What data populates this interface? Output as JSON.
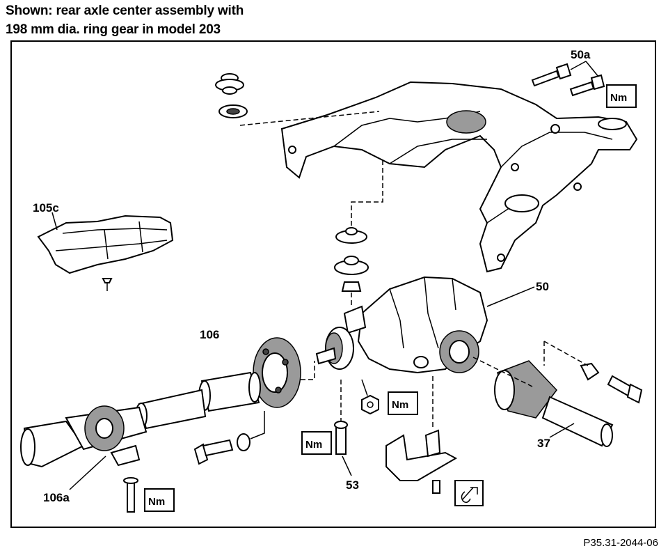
{
  "header": {
    "line1": "Shown: rear axle center assembly with",
    "line2": "198 mm dia. ring gear in model 203"
  },
  "callouts": {
    "c50a": "50a",
    "c105c": "105c",
    "c106": "106",
    "c50": "50",
    "c37": "37",
    "c106a": "106a",
    "c53": "53"
  },
  "badges": {
    "nm": "Nm",
    "special_tool_icon": "special-tool-icon"
  },
  "figure_ref": "P35.31-2044-06"
}
